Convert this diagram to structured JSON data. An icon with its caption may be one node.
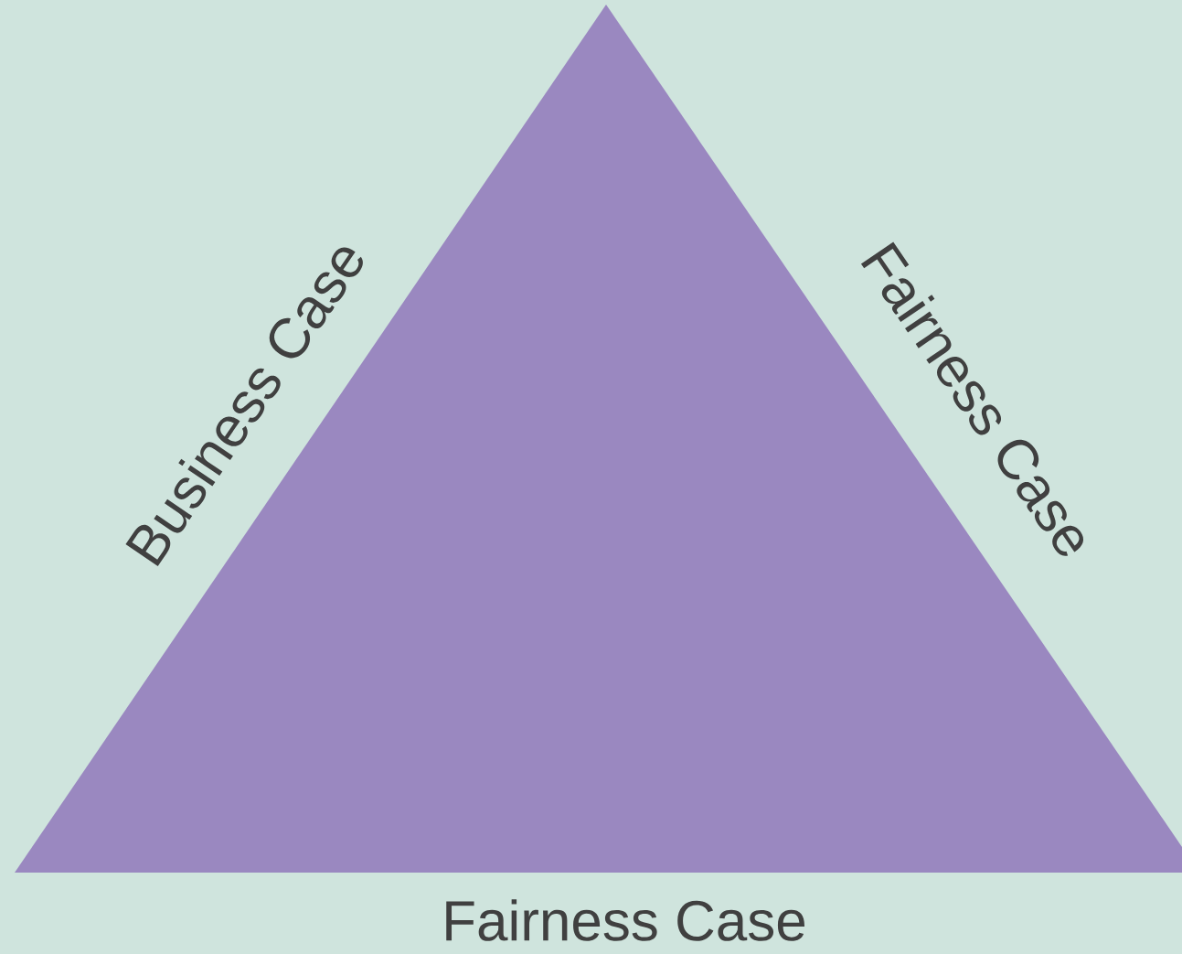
{
  "diagram": {
    "nodes": [
      {
        "text": [],
        "shape": "triangle",
        "beside": [
          "Business Case",
          "Fairness Case",
          "Fairness Case"
        ]
      }
    ]
  }
}
